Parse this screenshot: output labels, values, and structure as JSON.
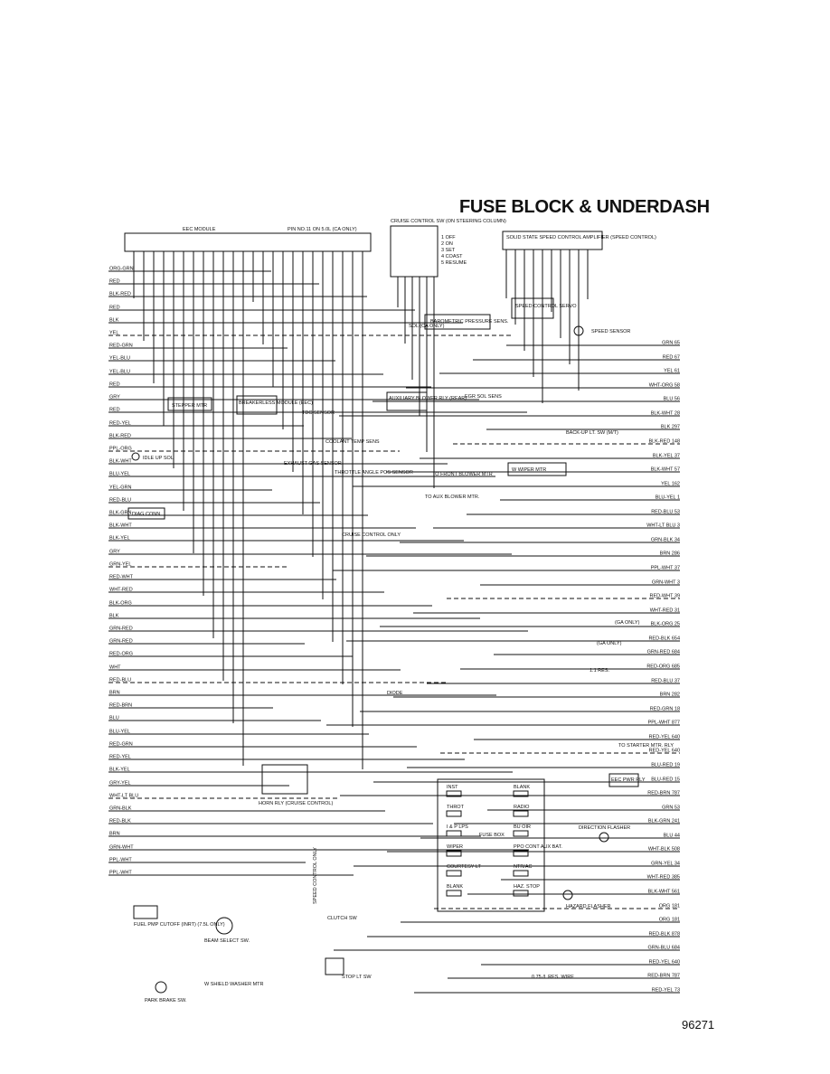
{
  "title": "FUSE BLOCK & UNDERDASH",
  "figure_number": "96271",
  "components": {
    "eec_module": "EEC MODULE",
    "pin_note": "PIN NO.11 ON 5.0L (CA ONLY)",
    "cruise_sw": "CRUISE CONTROL SW (ON STEERING COLUMN)",
    "cruise_positions": [
      "1 OFF",
      "2 ON",
      "3 SET",
      "4 COAST",
      "5 RESUME"
    ],
    "speed_amp": "SOLID STATE SPEED CONTROL AMPLIFIER (SPEED CONTROL)",
    "servo": "SPEED CONTROL SERVO",
    "speed_sensor": "SPEED SENSOR",
    "stepper": "STEPPER MTR",
    "baro": "BAROMETRIC PRESSURE SENS.",
    "sol": "SOL (CA ONLY)",
    "breakerless": "BREAKERLESS MODULE (EEC)",
    "tdc": "TDC SENSOR",
    "aux_blower": "AUXILIARY BLOWER RLY (REAR)",
    "egr": "EGR SOL SENS",
    "coolant": "COOLANT TEMP SENS",
    "throttle": "THROTTLE ANGLE POS SENSOR",
    "exhaust": "EXHAUST GAS SENSOR",
    "idle": "IDLE UP SOL",
    "diag": "DIAG CONN",
    "wiper_mtr": "W WIPER MTR",
    "backup": "BACK-UP LT. SW (M/T)",
    "front_blower": "TO FRONT BLOWER MTR",
    "aux_blower_mtr": "TO AUX BLOWER MTR.",
    "cruise_only": "CRUISE CONTROL ONLY",
    "speed_only": "SPEED CONTROL ONLY",
    "horn": "HORN RLY (CRUISE CONTROL)",
    "fuse_box": "FUSE BOX",
    "direction": "DIRECTION FLASHER",
    "hazard": "HAZARD FLASHER",
    "starter": "TO STARTER MTR. RLY",
    "eec_pwr": "EEC PWR RLY",
    "beam": "BEAM SELECT SW.",
    "fuel_pmp": "FUEL PMP CUTOFF (INRT) (7.5L ONLY)",
    "clutch": "CLUTCH SW",
    "stop": "STOP LT SW",
    "park": "PARK BRAKE SW.",
    "washer": "W SHIELD WASHER MTR",
    "diode": "DIODE",
    "res_wire": "0.75 /L RES. WIRE",
    "res": "1.1 RES.",
    "ga_only": "(GA ONLY)"
  },
  "fuses": [
    "INST",
    "BLANK",
    "THROT",
    "RADIO",
    "I & P LPS",
    "BU OIR",
    "WIPER",
    "PPO CONT AUX BAT.",
    "COURTESY LT",
    "NTR/AC",
    "BLANK",
    "HAZ. STOP"
  ],
  "left_wires": [
    "ORG-GRN",
    "RED",
    "BLK-RED",
    "RED",
    "BLK",
    "YEL",
    "RED-GRN",
    "YEL-BLU",
    "YEL-BLU",
    "RED",
    "GRY",
    "RED",
    "RED-YEL",
    "BLK-RED",
    "PPL-ORG",
    "BLK-WHT",
    "BLU-YEL",
    "YEL-GRN",
    "RED-BLU",
    "BLK-GRN",
    "BLK-WHT",
    "BLK-YEL",
    "GRY",
    "GRN-YEL",
    "RED-WHT",
    "WHT-RED",
    "BLK-ORG",
    "BLK",
    "GRN-RED",
    "GRN-RED",
    "RED-ORG",
    "WHT",
    "RED-BLU",
    "BRN",
    "RED-BRN",
    "BLU",
    "BLU-YEL",
    "RED-GRN",
    "RED-YEL",
    "BLK-YEL",
    "GRY-YEL",
    "WHT-LT BLU",
    "GRN-BLK",
    "RED-BLK",
    "BRN",
    "GRN-WHT",
    "PPL-WHT",
    "PPL-WHT"
  ],
  "right_wires": [
    "GRN 65",
    "RED 67",
    "YEL 61",
    "WHT-ORG 58",
    "BLU 56",
    "BLK-WHT 28",
    "BLK 297",
    "BLK-RED 148",
    "BLK-YEL 37",
    "BLK-WHT 57",
    "YEL 162",
    "BLU-YEL 1",
    "RED-BLU 53",
    "WHT-LT BLU 3",
    "GRN-BLK 34",
    "BRN 286",
    "PPL-WHT 37",
    "GRN-WHT 3",
    "RED-WHT 39",
    "WHT-RED 31",
    "BLK-ORG 25",
    "RED-BLK 654",
    "GRN-RED 684",
    "RED-ORG 685",
    "RED-BLU 37",
    "BRN 282",
    "RED-GRN 18",
    "PPL-WHT 877",
    "RED-YEL 640",
    "RED-YEL 640",
    "BLU-RED 19",
    "BLU-RED 15",
    "RED-BRN 787",
    "GRN 53",
    "BLK-GRN 241",
    "BLU 44",
    "WHT-BLK 508",
    "GRN-YEL 34",
    "WHT-RED 385",
    "BLK-WHT 561",
    "ORG 181",
    "ORG 181",
    "RED-BLK 878",
    "GRN-BLU 684",
    "RED-YEL 640",
    "RED-BRN 787",
    "RED-YEL 73"
  ]
}
